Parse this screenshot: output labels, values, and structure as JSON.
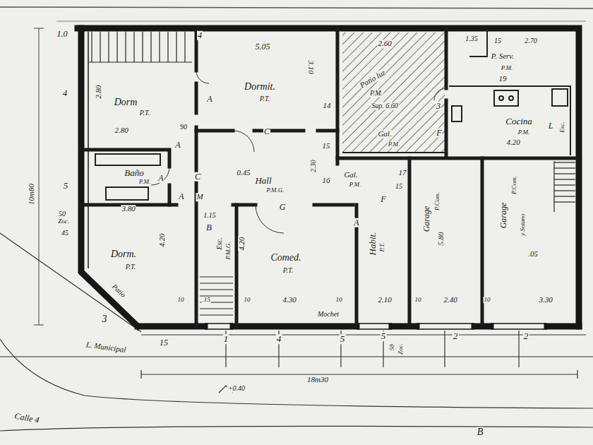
{
  "diagram": {
    "labels": [
      "1.0",
      "4",
      "5.05",
      "Dormit.",
      "P.T.",
      "3.10",
      "Dorm",
      "P.T.",
      "2.80",
      "4",
      "A",
      "2.80",
      "90",
      "C",
      "14",
      "2.60",
      "Patio luz",
      "P.M.",
      "Sup. 6.60",
      "Gal.",
      "P.M.",
      "1.35",
      "15",
      "2.70",
      "P. Serv.",
      "P.M.",
      "19",
      "3",
      "Cocina",
      "P.M.",
      "4.20",
      "L",
      "F",
      "Esc.",
      "15",
      "16",
      "A",
      "C",
      "Baño",
      "P.M.",
      "A",
      "A",
      "0.45",
      "Hall",
      "P.M.G.",
      "2.30",
      "Gal.",
      "P.M.",
      "17",
      "15",
      "F",
      "5",
      "10m80",
      "50",
      "Zoc.",
      "45",
      "3.80",
      "M",
      "G",
      "1.15",
      "B",
      "Esc.",
      "P.M.G.",
      "4.20",
      "4.20",
      "Dorm.",
      "P.T.",
      "Comed.",
      "P.T.",
      "A",
      "Habit.",
      "P.T.",
      "Garage",
      "P.Com.",
      "5.80",
      "Garage",
      "P.Com.",
      "y Sotano",
      ".05",
      "10",
      ".15",
      "10",
      "4.30",
      "10",
      "2.10",
      "10",
      "2.40",
      "10",
      "3.30",
      "Mochet",
      "Patio",
      "3",
      "L. Municipal",
      "15",
      "1",
      "4",
      "5",
      "5",
      "50",
      "Zoc.",
      "2",
      "2",
      "18m30",
      "+0.40",
      "Calle 4",
      "B"
    ]
  }
}
